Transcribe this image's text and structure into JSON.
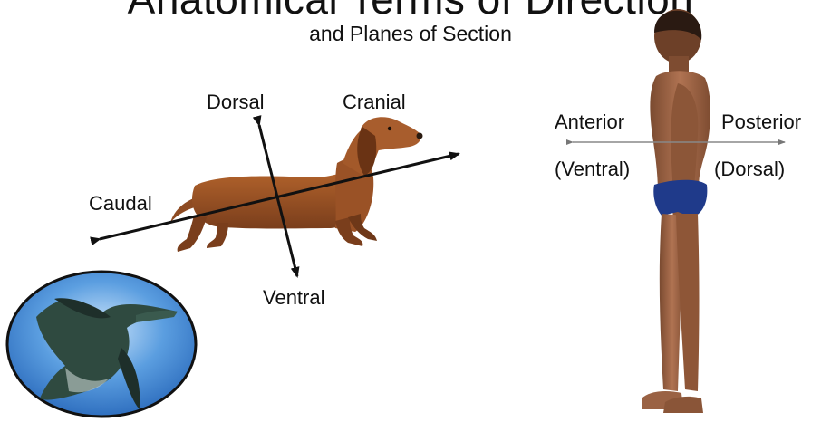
{
  "header": {
    "title": "Anatomical Terms of Direction",
    "subtitle": "and Planes of Section"
  },
  "dog_axes": {
    "dorsal": "Dorsal",
    "cranial": "Cranial",
    "caudal": "Caudal",
    "ventral": "Ventral"
  },
  "human_axes": {
    "anterior": "Anterior",
    "posterior": "Posterior",
    "ventral": "(Ventral)",
    "dorsal": "(Dorsal)"
  },
  "colors": {
    "dog_fur": "#a0582a",
    "skin": "#a86a47",
    "briefs": "#1f3a8a",
    "sky": "#4a8fd6",
    "penguin": "#2f4a40",
    "arrow": "#111111"
  }
}
